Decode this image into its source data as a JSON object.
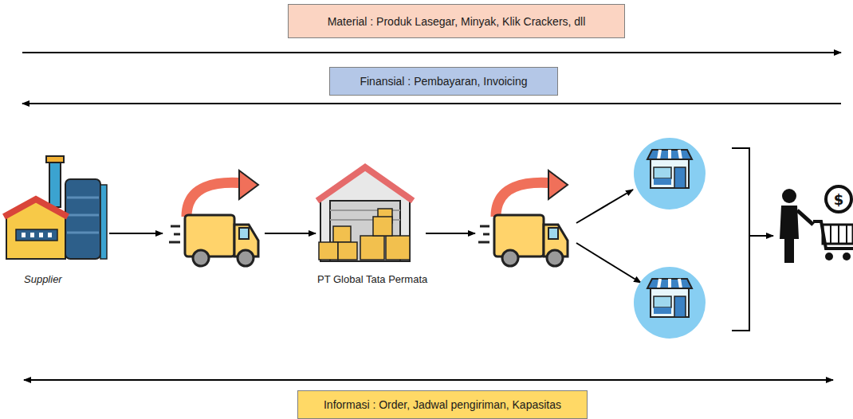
{
  "diagram": {
    "nodes": [
      {
        "text": [
          "Material : Produk Lasegar, Minyak, Klik Crackers, dll"
        ]
      },
      {
        "text": [
          "Finansial : Pembayaran, Invoicing"
        ]
      },
      {
        "text": [
          "Informasi : Order, Jadwal pengiriman, Kapasitas"
        ]
      }
    ],
    "labels": [
      "Supplier",
      "PT Global Tata Permata"
    ]
  }
}
